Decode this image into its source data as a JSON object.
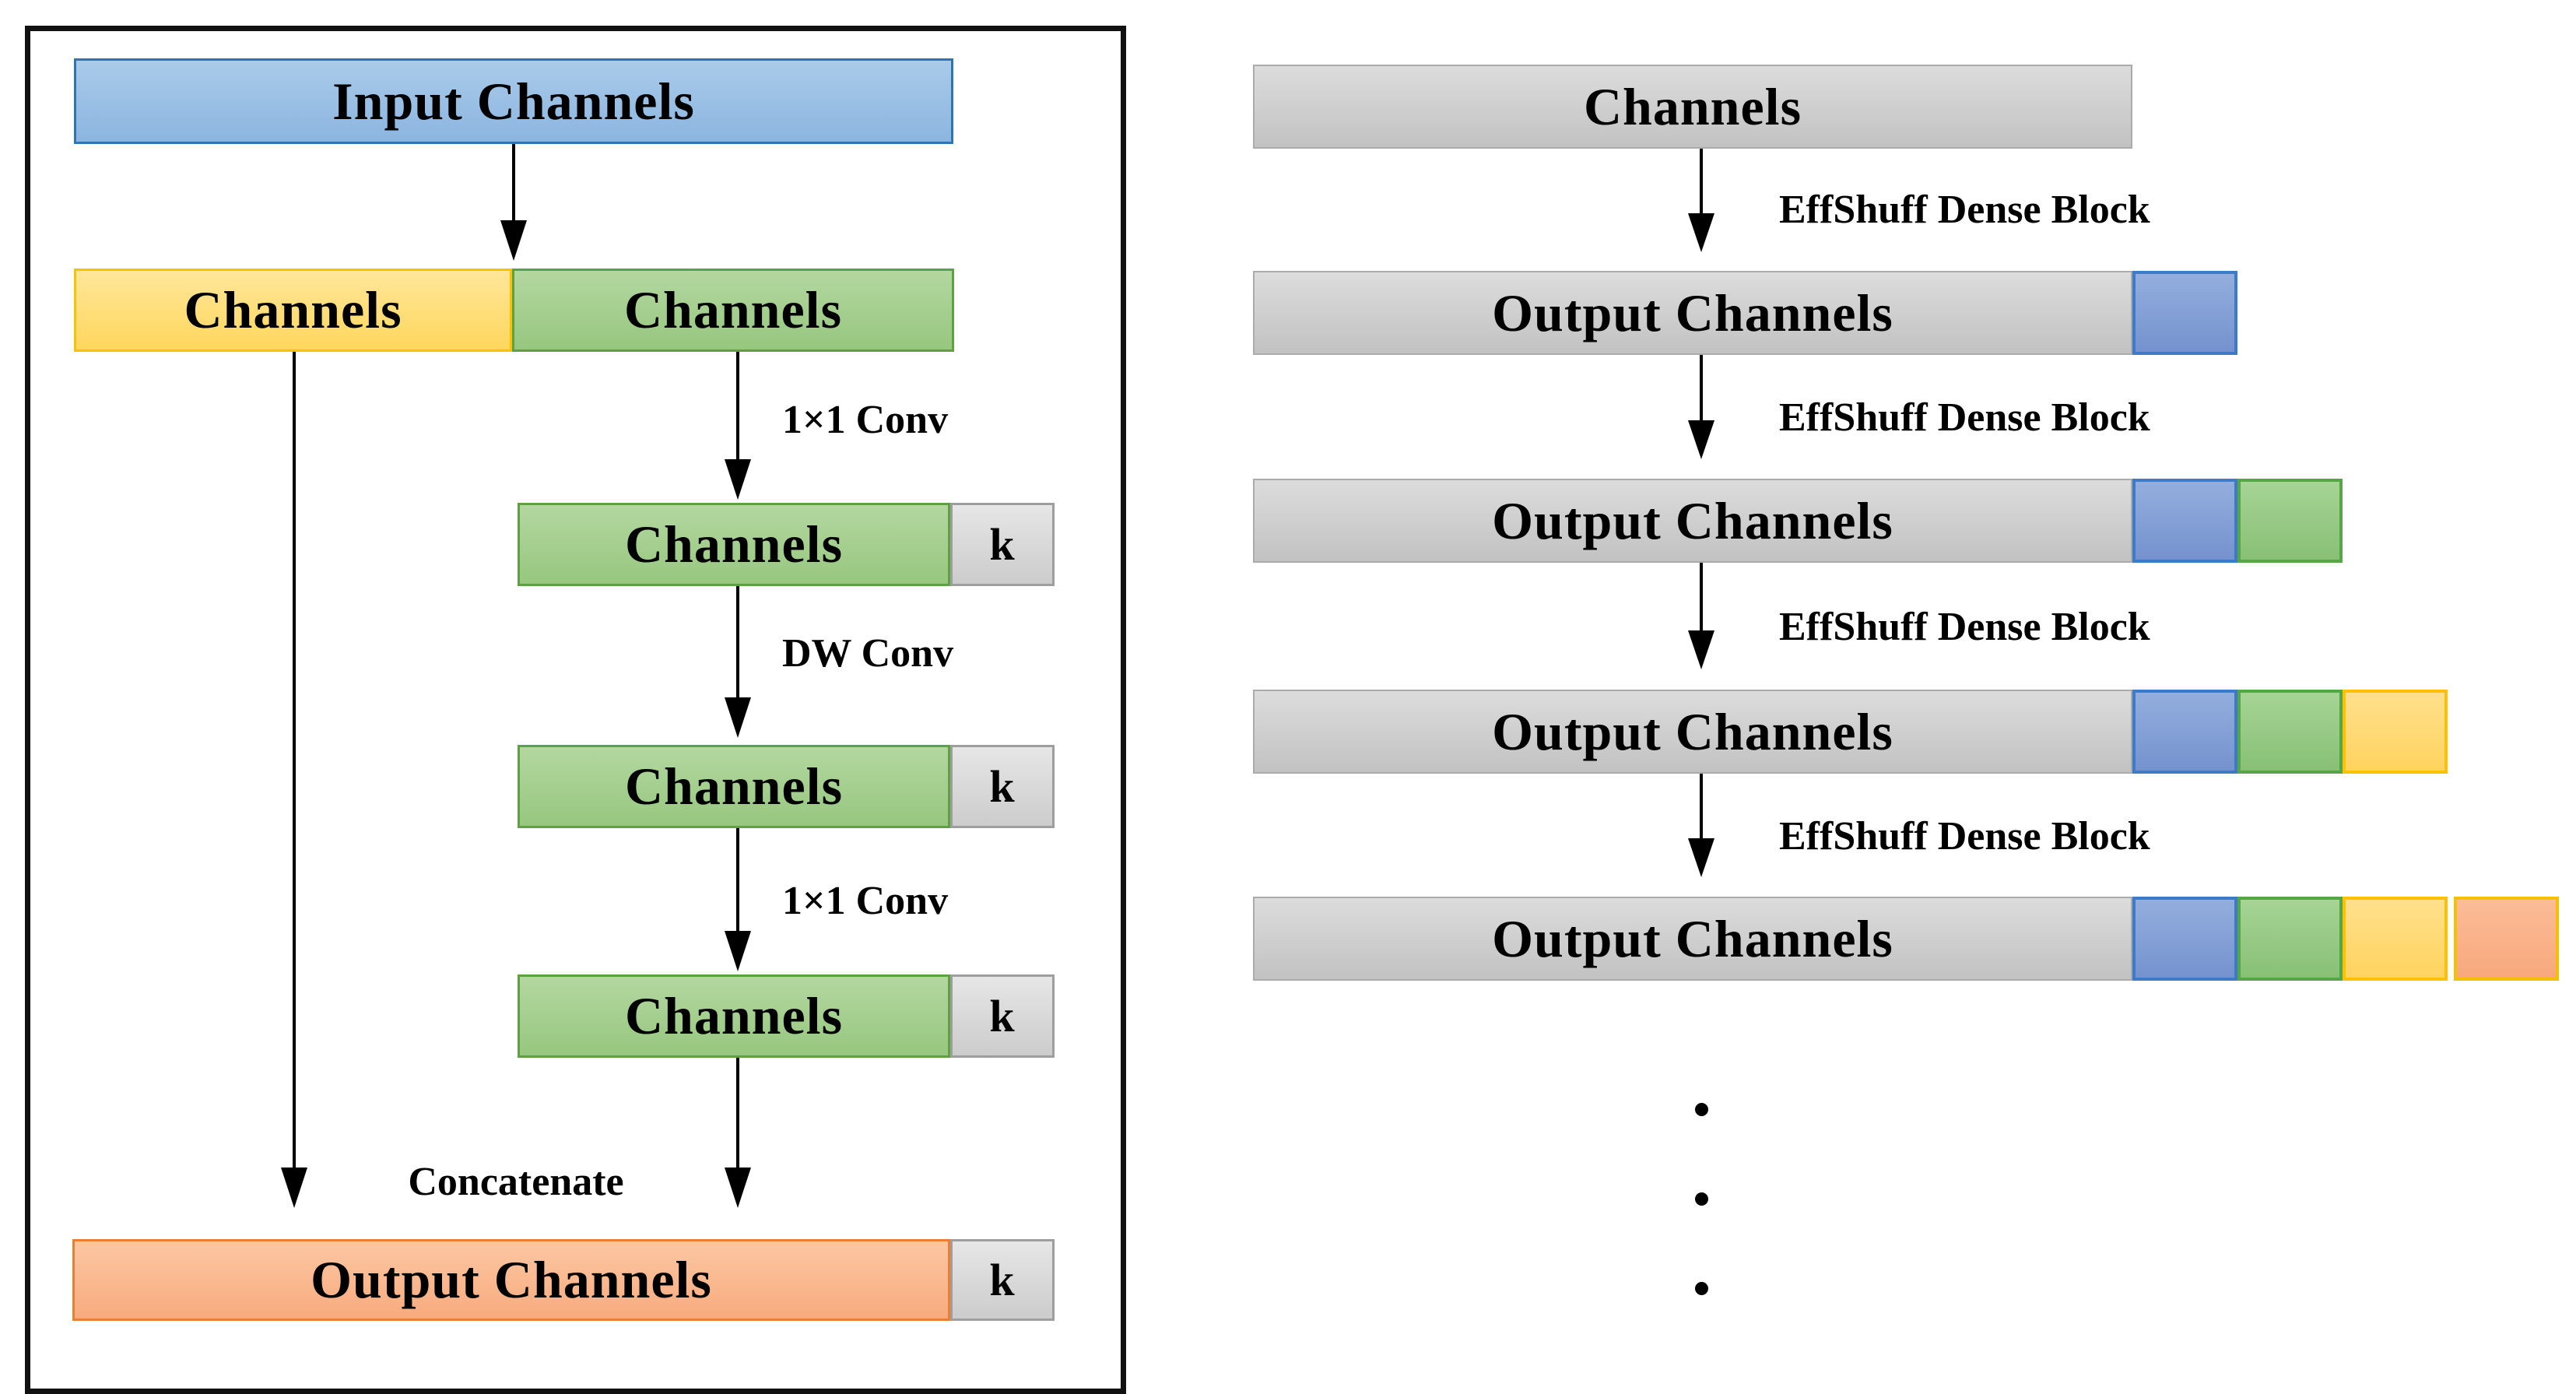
{
  "left": {
    "input_label": "Input Channels",
    "split_yellow_label": "Channels",
    "split_green_label": "Channels",
    "conv1_label": "1×1 Conv",
    "dw_label": "DW Conv",
    "conv2_label": "1×1 Conv",
    "dense1_label": "Channels",
    "dense1_k": "k",
    "dense2_label": "Channels",
    "dense2_k": "k",
    "dense3_label": "Channels",
    "dense3_k": "k",
    "concat_label": "Concatenate",
    "output_label": "Output Channels",
    "output_k": "k"
  },
  "right": {
    "input_bar_label": "Channels",
    "blocks": [
      "EffShuff Dense Block",
      "EffShuff Dense Block",
      "EffShuff Dense Block",
      "EffShuff Dense Block"
    ],
    "bars": [
      {
        "label": "Output Channels",
        "squares": [
          "blue"
        ]
      },
      {
        "label": "Output Channels",
        "squares": [
          "blue",
          "green"
        ]
      },
      {
        "label": "Output Channels",
        "squares": [
          "blue",
          "green",
          "yellow"
        ]
      },
      {
        "label": "Output Channels",
        "squares": [
          "blue",
          "green",
          "yellow",
          "orange"
        ]
      }
    ],
    "ellipsis_dots": 3
  },
  "palette": {
    "blue_fill": "#9dc3e6",
    "blue_border": "#2e75b6",
    "yellow_fill": "#ffde7e",
    "yellow_border": "#ffc000",
    "green_fill": "#a9d18e",
    "green_border": "#5ea142",
    "gray_fill": "#d9d9d9",
    "gray_border": "#9e9e9e",
    "orange_fill": "#f9b98f",
    "orange_border": "#ed7d31",
    "square_blue_fill": "#84a0d6",
    "square_blue_border": "#3d7ac8",
    "square_green_fill": "#97ca85",
    "square_green_border": "#56a546",
    "square_yellow_fill": "#ffd978",
    "square_yellow_border": "#ffc000",
    "square_orange_fill": "#f9b08a",
    "square_orange_border": "#f5c001",
    "line_color": "#000000",
    "frame_color": "#111111"
  }
}
